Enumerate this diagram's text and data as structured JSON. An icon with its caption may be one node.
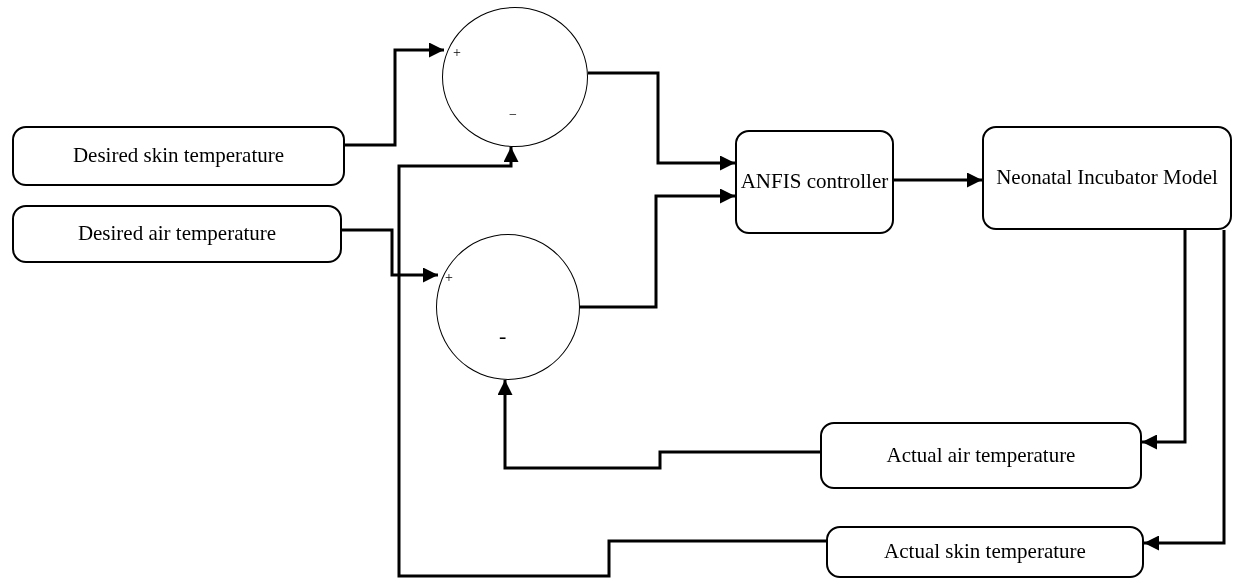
{
  "diagram": {
    "nodes": [
      {
        "text": [
          "Desired skin temperature"
        ]
      },
      {
        "text": [
          "Desired air temperature"
        ]
      },
      {
        "text": [
          "+",
          "−"
        ]
      },
      {
        "text": [
          "+",
          "-"
        ]
      },
      {
        "text": [
          "ANFIS controller"
        ]
      },
      {
        "text": [
          "Neonatal Incubator Model"
        ]
      },
      {
        "text": [
          "Actual air temperature"
        ]
      },
      {
        "text": [
          "Actual skin temperature"
        ]
      }
    ],
    "edges": [
      {
        "from": 0,
        "to": 2,
        "arrow": "to"
      },
      {
        "from": 1,
        "to": 3,
        "arrow": "to"
      },
      {
        "from": 2,
        "to": 4,
        "arrow": "to"
      },
      {
        "from": 3,
        "to": 4,
        "arrow": "to"
      },
      {
        "from": 4,
        "to": 5,
        "arrow": "to"
      },
      {
        "from": 5,
        "to": 6,
        "arrow": "to"
      },
      {
        "from": 5,
        "to": 7,
        "arrow": "to"
      },
      {
        "from": 6,
        "to": 3,
        "arrow": "to"
      },
      {
        "from": 7,
        "to": 2,
        "arrow": "to"
      }
    ]
  }
}
